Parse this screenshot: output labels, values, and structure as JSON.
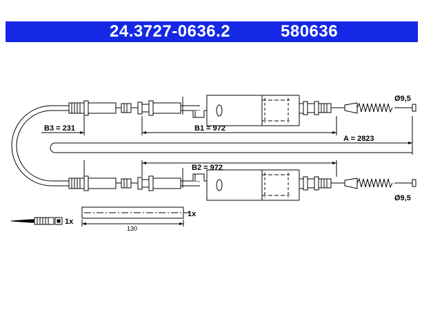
{
  "header": {
    "part_number": "24.3727-0636.2",
    "reference": "580636",
    "background_color": "#1428e6",
    "text_color": "#ffffff"
  },
  "dimensions": {
    "a": "A = 2823",
    "b1": "B1 = 972",
    "b2": "B2 = 972",
    "b3": "B3 = 231",
    "diameter_top": "Ø9,5",
    "diameter_bottom": "Ø9,5",
    "clip_length": "130"
  },
  "accessories": {
    "clip_qty": "1x",
    "tie_qty": "1x"
  }
}
